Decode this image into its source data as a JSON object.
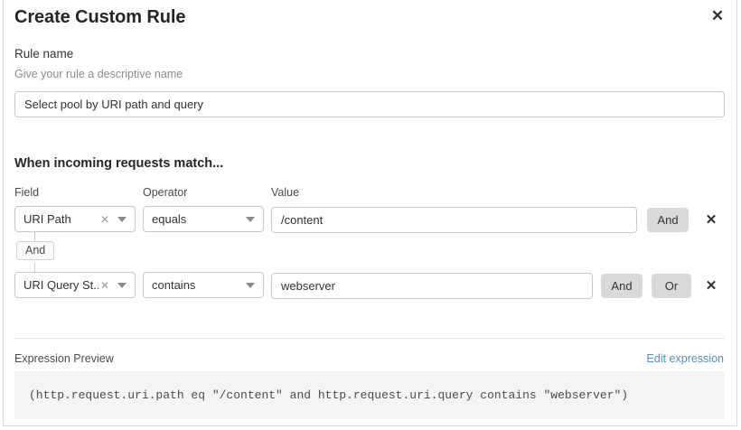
{
  "dialog": {
    "title": "Create Custom Rule",
    "close_icon": "close-icon"
  },
  "rule_name": {
    "label": "Rule name",
    "help": "Give your rule a descriptive name",
    "value": "Select pool by URI path and query",
    "placeholder": "Select pool by URI path and query"
  },
  "conditions": {
    "section_title": "When incoming requests match...",
    "columns": {
      "field": "Field",
      "operator": "Operator",
      "value": "Value"
    },
    "connector": {
      "label": "And"
    },
    "rows": [
      {
        "field": "URI Path",
        "clear_icon": "clear-x-icon",
        "caret_icon": "chevron-down-icon",
        "operator": "equals",
        "value": "/content",
        "buttons": [
          "And"
        ],
        "remove_icon": "close-icon"
      },
      {
        "field": "URI Query St...",
        "clear_icon": "clear-x-icon",
        "caret_icon": "chevron-down-icon",
        "operator": "contains",
        "value": "webserver",
        "buttons": [
          "And",
          "Or"
        ],
        "remove_icon": "close-icon"
      }
    ]
  },
  "expression": {
    "label": "Expression Preview",
    "edit_link": "Edit expression",
    "code": "(http.request.uri.path eq \"/content\" and http.request.uri.query contains \"webserver\")"
  },
  "colors": {
    "link": "#5590b4",
    "button_bg": "#d9d9d9",
    "code_bg": "#f4f4f4",
    "border": "#c8c8c8"
  }
}
